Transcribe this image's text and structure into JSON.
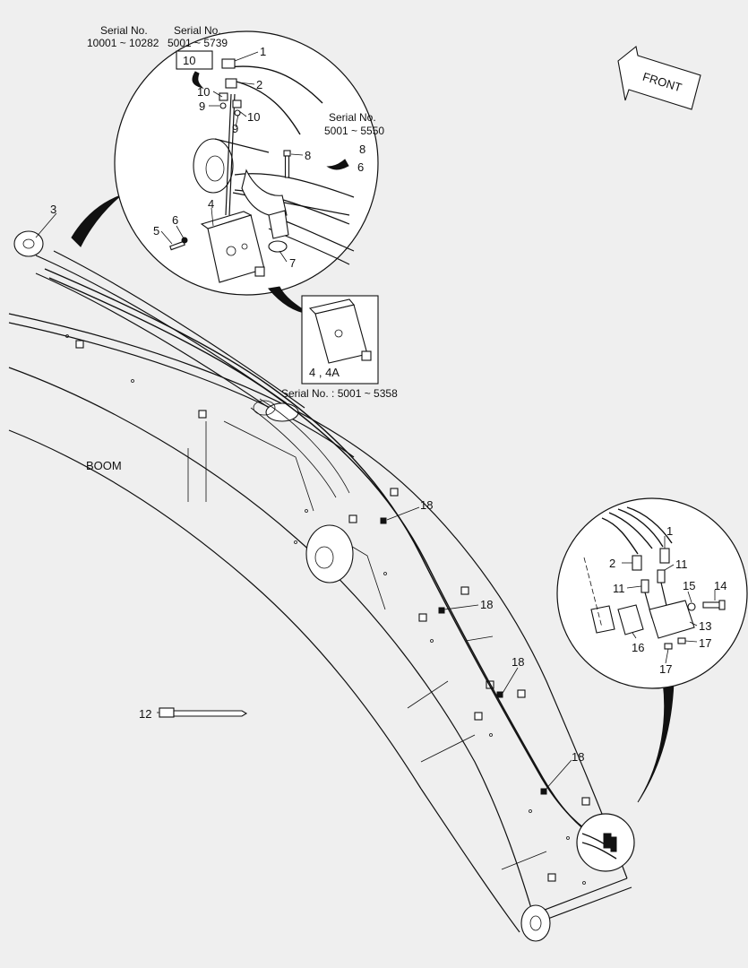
{
  "labels": {
    "serial_a_title": "Serial No.",
    "serial_a_range": "10001 ~ 10282",
    "serial_b_title": "Serial No.",
    "serial_b_range": "5001 ~ 5739",
    "serial_c_title": "Serial No.",
    "serial_c_range": "5001 ~ 5550",
    "serial_d": "Serial No. : 5001 ~ 5358",
    "inset_block": "4 , 4A",
    "boom": "BOOM",
    "front": "FRONT"
  },
  "callouts": {
    "c1": "1",
    "c2": "2",
    "c3": "3",
    "c4": "4",
    "c5": "5",
    "c6": "6",
    "c7": "7",
    "c8": "8",
    "c9": "9",
    "c10": "10",
    "c11": "11",
    "c12": "12",
    "c13": "13",
    "c14": "14",
    "c15": "15",
    "c16": "16",
    "c17": "17",
    "c18": "18"
  }
}
